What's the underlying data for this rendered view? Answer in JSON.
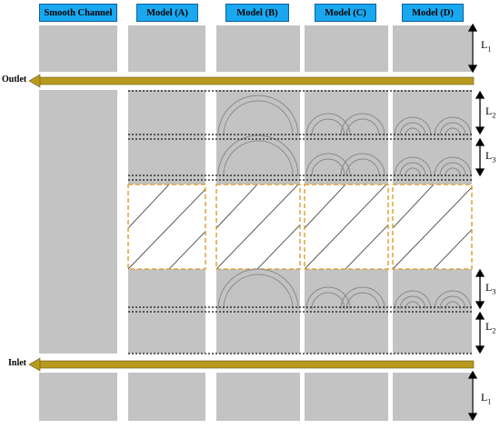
{
  "headers": [
    "Smooth Channel",
    "Model (A)",
    "Model (B)",
    "Model (C)",
    "Model (D)"
  ],
  "outlet_label": "Outlet",
  "inlet_label": "Inlet",
  "dimension_labels": {
    "top_l1": {
      "main": "L",
      "sub": "1"
    },
    "upper_l2": {
      "main": "L",
      "sub": "2"
    },
    "upper_l3": {
      "main": "L",
      "sub": "3"
    },
    "lower_l3": {
      "main": "L",
      "sub": "3"
    },
    "lower_l2": {
      "main": "L",
      "sub": "2"
    },
    "bottom_l1": {
      "main": "L",
      "sub": "1"
    }
  },
  "colors": {
    "header_fill": "#19a8f0",
    "channel_fill": "#c3c3c3",
    "arrow_fill": "#b79a1e",
    "dashed_orange": "#d9961e",
    "rib_line": "#8a8a8a"
  }
}
